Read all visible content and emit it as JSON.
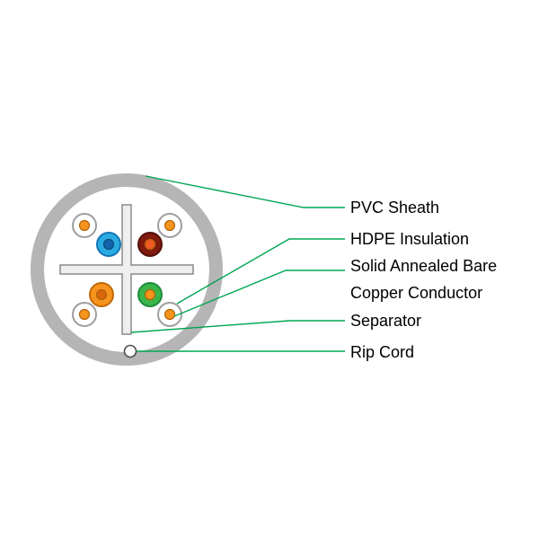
{
  "diagram": {
    "labels": {
      "pvc_sheath": "PVC Sheath",
      "hdpe_insulation": "HDPE Insulation",
      "conductor_line1": "Solid Annealed Bare",
      "conductor_line2": "Copper Conductor",
      "separator": "Separator",
      "rip_cord": "Rip Cord"
    },
    "colors": {
      "leader": "#00A651",
      "sheath": "#B5B5B5",
      "interior": "#FFFFFF",
      "separator_fill": "#EFEFEF",
      "white_insulation": "#FFFFFF",
      "blue_insulation": "#29ABE2",
      "blue_conductor": "#1464AB",
      "brown_insulation": "#801A0E",
      "brown_conductor": "#F15A24",
      "orange_insulation": "#F7941E",
      "orange_conductor": "#D9660B",
      "green_insulation": "#39B54A",
      "copper": "#F7941E",
      "text": "#000000"
    }
  }
}
